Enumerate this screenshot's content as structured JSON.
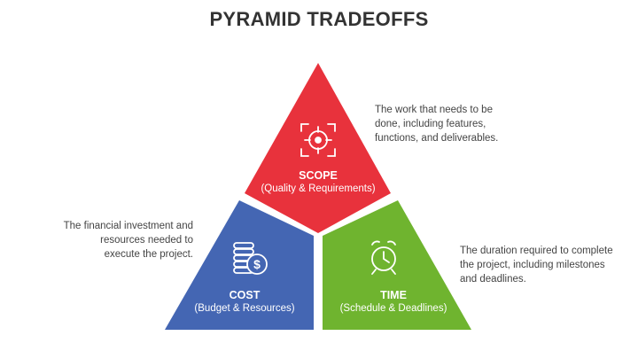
{
  "title": "PYRAMID TRADEOFFS",
  "segments": {
    "scope": {
      "name": "SCOPE",
      "sub": "(Quality & Requirements)",
      "description": "The work that needs to be done, including features, functions, and deliverables.",
      "color": "#E8323C",
      "icon": "target-icon"
    },
    "cost": {
      "name": "COST",
      "sub": "(Budget & Resources)",
      "description": "The financial investment and resources needed to execute the project.",
      "color": "#4466B3",
      "icon": "coins-dollar-icon"
    },
    "time": {
      "name": "TIME",
      "sub": "(Schedule & Deadlines)",
      "description": "The duration required to complete the project, including milestones and deadlines.",
      "color": "#6FB42F",
      "icon": "alarm-clock-icon"
    }
  }
}
